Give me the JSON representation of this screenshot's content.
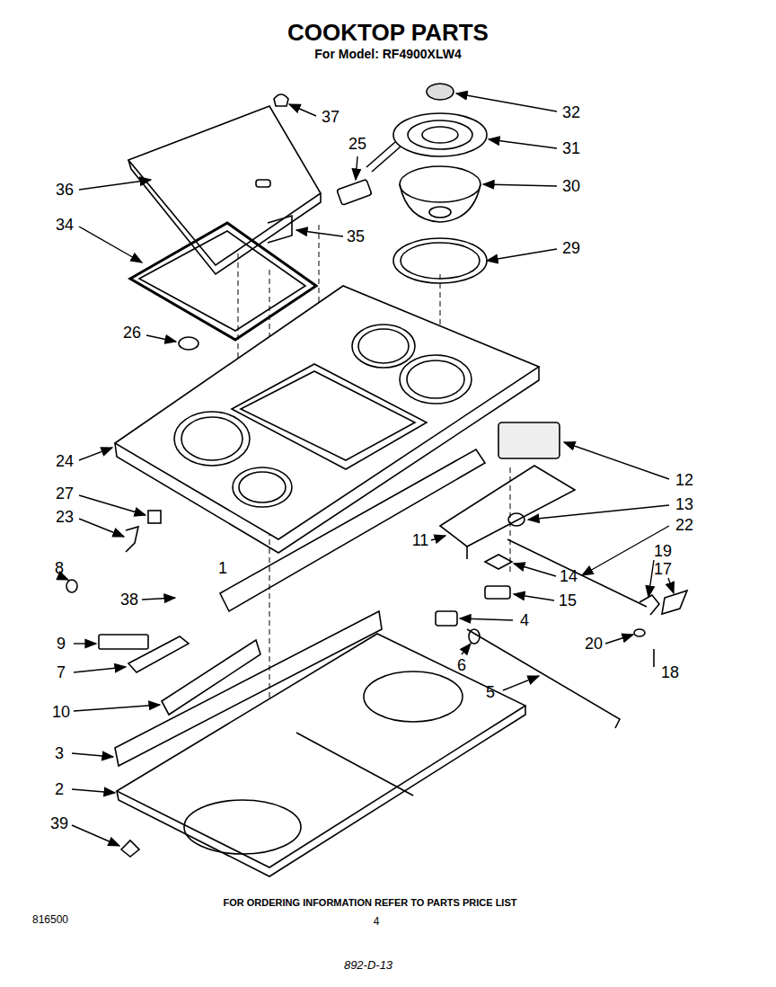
{
  "diagram": {
    "title": "COOKTOP PARTS",
    "labels": [
      "For Model: RF4900XLW4",
      "37",
      "25",
      "32",
      "31",
      "30",
      "36",
      "34",
      "35",
      "29",
      "26",
      "24",
      "27",
      "23",
      "12",
      "13",
      "22",
      "11",
      "8",
      "1",
      "38",
      "19",
      "17",
      "14",
      "15",
      "4",
      "9",
      "20",
      "18",
      "7",
      "6",
      "5",
      "10",
      "3",
      "2",
      "39",
      "FOR ORDERING INFORMATION REFER TO PARTS PRICE LIST",
      "816500",
      "4",
      "892-D-13"
    ]
  }
}
